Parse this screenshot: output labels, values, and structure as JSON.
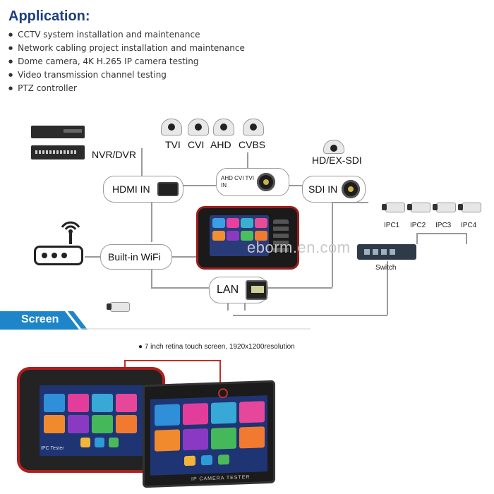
{
  "application": {
    "title": "Application:",
    "items": [
      "CCTV system installation and maintenance",
      "Network cabling project installation and maintenance",
      "Dome camera, 4K H.265 IP camera testing",
      "Video transmission channel testing",
      "PTZ controller"
    ]
  },
  "diagram": {
    "nvr_label": "NVR/DVR",
    "hdmi_label": "HDMI IN",
    "analog_label": "AHD CVI TVI\nIN",
    "sdi_label": "SDI IN",
    "hdsdi_label": "HD/EX-SDI",
    "wifi_label": "Built-in WiFi",
    "lan_label": "LAN",
    "switch_label": "Switch",
    "camera_types": [
      "TVI",
      "CVI",
      "AHD",
      "CVBS"
    ],
    "ipc_labels": [
      "IPC1",
      "IPC2",
      "IPC3",
      "IPC4"
    ],
    "watermark": "eborm.en.com"
  },
  "screen": {
    "section_title": "Screen",
    "caption": "7 inch retina touch screen, 1920x1200resolution",
    "device_brand_small": "IPC Tester",
    "device_footer_large": "IP CAMERA TESTER"
  },
  "colors": {
    "title_blue": "#1f3f7a",
    "screen_band": "#1e86c8",
    "device_red": "#b01e1e"
  }
}
